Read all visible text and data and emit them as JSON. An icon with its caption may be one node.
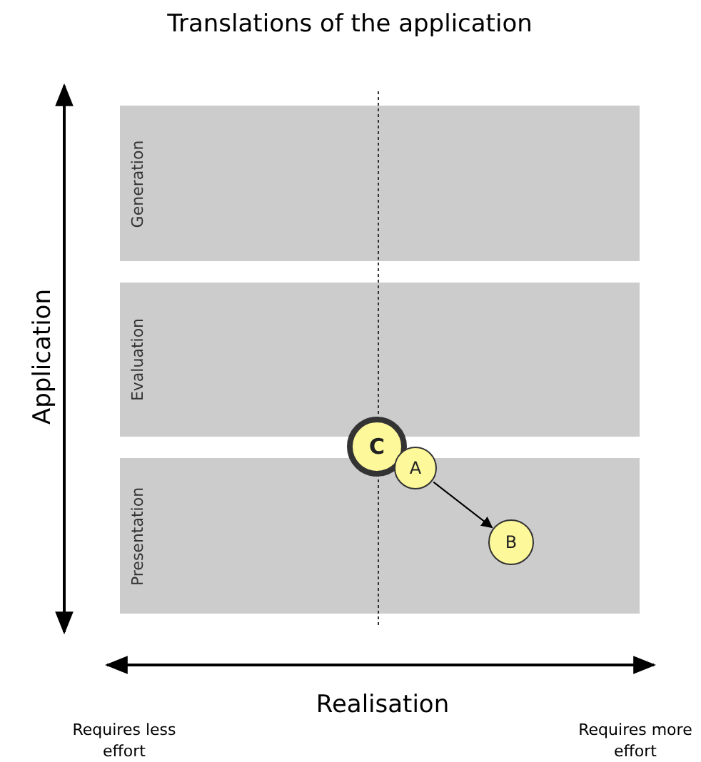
{
  "diagram": {
    "title": "Translations of the application",
    "nodes": [
      {
        "text": [
          "Generation"
        ]
      },
      {
        "text": [
          "Evaluation"
        ]
      },
      {
        "text": [
          "Presentation"
        ]
      },
      {
        "text": [
          "C"
        ]
      },
      {
        "text": [
          "A"
        ]
      },
      {
        "text": [
          "B"
        ],
        "in": 2
      }
    ],
    "edges": [
      {
        "from": 4,
        "to": 5,
        "arrow": "to"
      }
    ],
    "labels": [
      "Application",
      "Realisation",
      "Requires less effort",
      "Requires more effort"
    ]
  }
}
